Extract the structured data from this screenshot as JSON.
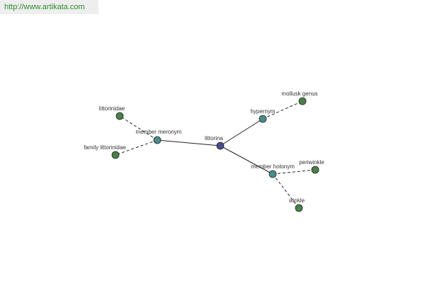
{
  "header": {
    "url": "http://www.artikata.com",
    "url_color": "#2e8b2e"
  },
  "graph": {
    "colors": {
      "center": "#4a4a8c",
      "relation": "#4a8c8c",
      "leaf": "#4a7f4a",
      "stroke": "#222222",
      "edge": "#222222"
    },
    "nodes": [
      {
        "id": "littorina",
        "label": "littorina",
        "kind": "center"
      },
      {
        "id": "member-meronym",
        "label": "member meronym",
        "kind": "relation"
      },
      {
        "id": "hypernym",
        "label": "hypernym",
        "kind": "relation"
      },
      {
        "id": "member-holonym",
        "label": "member holonym",
        "kind": "relation"
      },
      {
        "id": "littorinidae",
        "label": "littorinidae",
        "kind": "leaf"
      },
      {
        "id": "family-littorinidae",
        "label": "family littorinidae",
        "kind": "leaf"
      },
      {
        "id": "mollusk-genus",
        "label": "mollusk genus",
        "kind": "leaf"
      },
      {
        "id": "periwinkle",
        "label": "periwinkle",
        "kind": "leaf"
      },
      {
        "id": "winkle",
        "label": "winkle",
        "kind": "leaf"
      }
    ],
    "edges": [
      {
        "from": "littorina",
        "to": "member-meronym",
        "style": "solid"
      },
      {
        "from": "littorina",
        "to": "hypernym",
        "style": "solid"
      },
      {
        "from": "littorina",
        "to": "member-holonym",
        "style": "solid"
      },
      {
        "from": "member-meronym",
        "to": "littorinidae",
        "style": "dashed"
      },
      {
        "from": "member-meronym",
        "to": "family-littorinidae",
        "style": "dashed"
      },
      {
        "from": "hypernym",
        "to": "mollusk-genus",
        "style": "dashed"
      },
      {
        "from": "member-holonym",
        "to": "periwinkle",
        "style": "dashed"
      },
      {
        "from": "member-holonym",
        "to": "winkle",
        "style": "dashed"
      }
    ]
  }
}
